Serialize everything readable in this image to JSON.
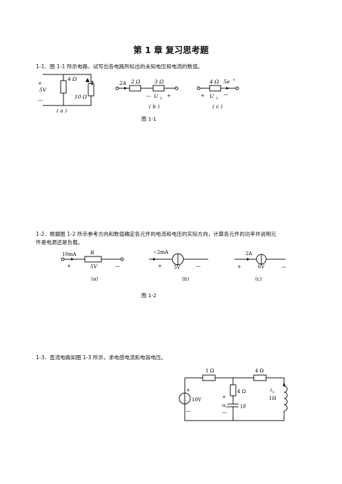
{
  "title": "第 1 章 复习思考题",
  "q1": {
    "text": "1-1．图 1-1 所示电路，试写出各电路所标出的未知电压和电流的数值。",
    "caption": "图 1-1",
    "a": {
      "label": "( a )",
      "plus": "+",
      "source": "5V",
      "minus": "—",
      "r1": "4 Ω",
      "r2": "10 Ω",
      "current": "I"
    },
    "b": {
      "label": "( b )",
      "current": "2A",
      "r1": "2 Ω",
      "r2": "3 Ω",
      "plus": "+",
      "minus": "—",
      "voltage": "U",
      "sub": "2"
    },
    "c": {
      "label": "( c )",
      "r1": "4 Ω",
      "current": "5e",
      "exp": "-t",
      "plus": "+",
      "voltage": "U",
      "sub": "2",
      "minus": "—"
    }
  },
  "q2": {
    "text1": "1-2．根据图 1-2 所示参考方向和数值确定各元件的电流和电压的实际方向，计算各元件的功率并说明元",
    "text2": "件是电源还是负载。",
    "caption": "图 1-2",
    "a": {
      "label": "(a)",
      "current": "10mA",
      "element": "R",
      "plus": "+",
      "voltage": "5V",
      "minus": "—"
    },
    "b": {
      "label": "(b)",
      "current": "−2mA",
      "plus": "+",
      "voltage": "5V",
      "minus": "—"
    },
    "c": {
      "label": "(c)",
      "current": "2A",
      "plus": "+",
      "voltage": "6V",
      "minus": "—"
    }
  },
  "q3": {
    "text": "1-3．直流电路如图 1-3 所示，求电感电流和电容电压。",
    "r1": "1 Ω",
    "r2": "4 Ω",
    "r3": "4 Ω",
    "source": "10V",
    "plus": "+",
    "minus": "—",
    "cap_plus": "+",
    "cap_voltage": "u",
    "cap_sub": "C",
    "cap_minus": "—",
    "cap": "1F",
    "ind_current": "i",
    "ind_sub": "L",
    "ind": "1H"
  }
}
